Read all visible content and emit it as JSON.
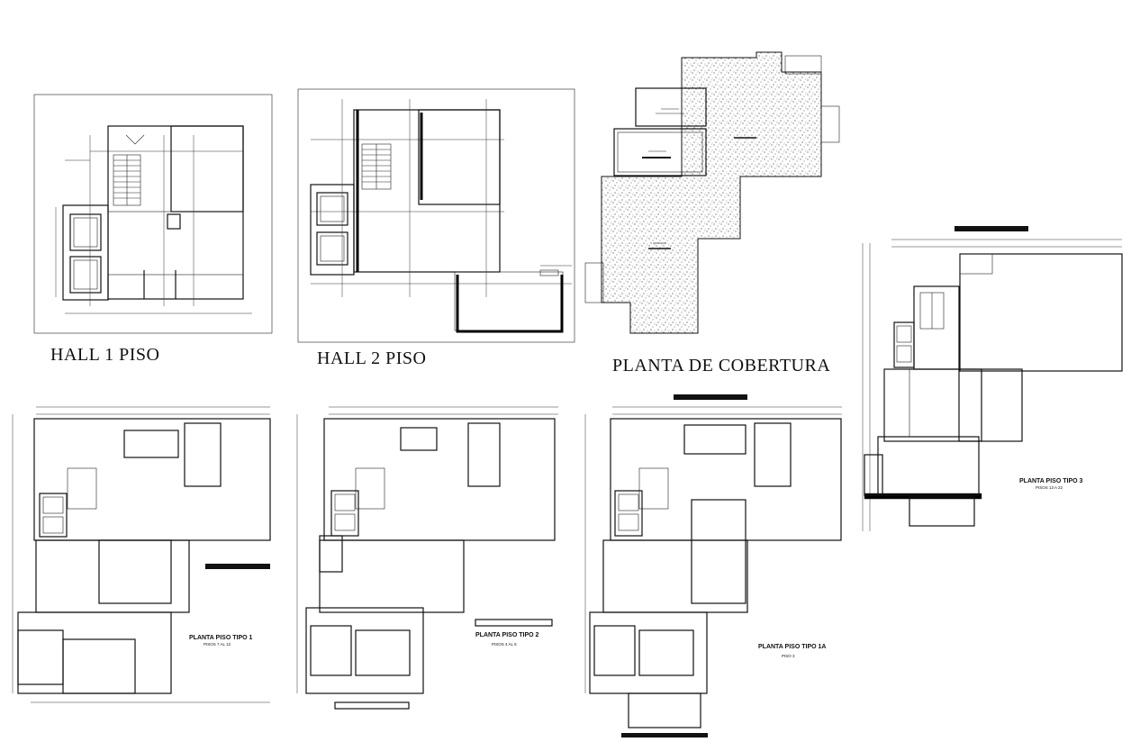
{
  "labels": {
    "hall_1": "HALL 1 PISO",
    "hall_2": "HALL 2 PISO",
    "cobertura": "PLANTA DE COBERTURA",
    "tipo1_title": "PLANTA PISO TIPO 1",
    "tipo1_sub": "PISOS 7 AL 12",
    "tipo2_title": "PLANTA PISO TIPO 2",
    "tipo2_sub": "PISOS 4 AL 6",
    "tipo1a_title": "PLANTA PISO TIPO 1A",
    "tipo1a_sub": "PISO 3",
    "tipo3_title": "PLANTA PISO TIPO 3",
    "tipo3_sub": "PISOS 13 A 22"
  },
  "colors": {
    "ink": "#111111",
    "background": "#ffffff",
    "stipple": "#555555"
  }
}
